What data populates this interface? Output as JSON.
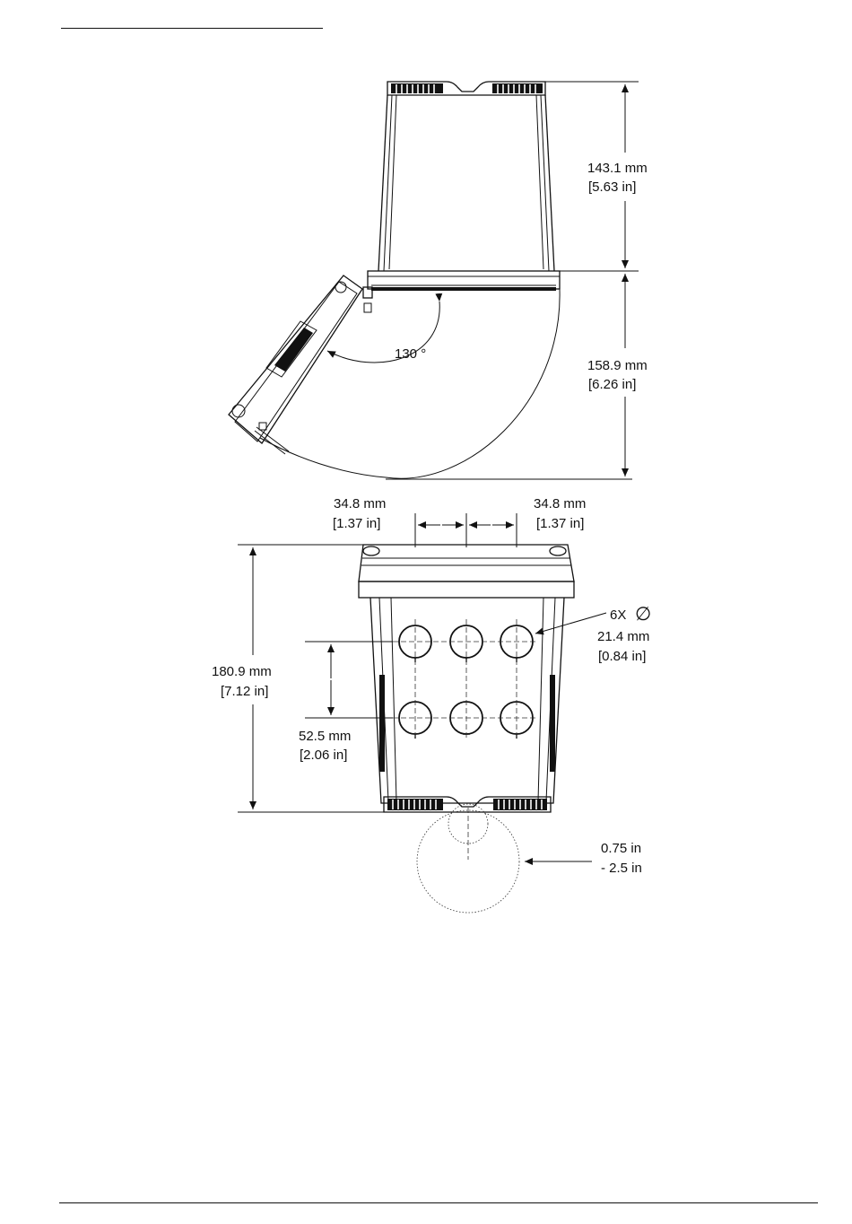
{
  "top_view": {
    "height": {
      "mm": "143.1 mm",
      "in": "[5.63 in]"
    },
    "door_swing": {
      "mm": "158.9 mm",
      "in": "[6.26 in]"
    },
    "angle": "130 °"
  },
  "front_view": {
    "spacing_left": {
      "mm": "34.8 mm",
      "in": "[1.37 in]"
    },
    "spacing_right": {
      "mm": "34.8 mm",
      "in": "[1.37 in]"
    },
    "height": {
      "mm": "180.9 mm",
      "in": "[7.12 in]"
    },
    "row_spacing": {
      "mm": "52.5 mm",
      "in": "[2.06 in]"
    },
    "holes": {
      "count": "6X",
      "diameter_symbol": "∅",
      "mm": "21.4 mm",
      "in": "[0.84 in]"
    },
    "pipe": {
      "min": "0.75 in",
      "max": "- 2.5 in"
    }
  }
}
